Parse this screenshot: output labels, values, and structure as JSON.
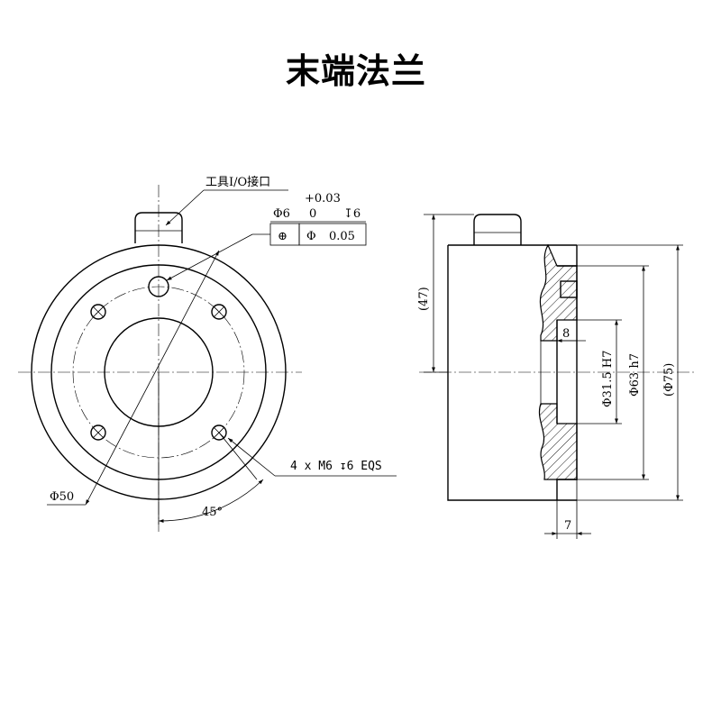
{
  "title": "末端法兰",
  "front_view": {
    "io_label": "工具I/O接口",
    "tol_upper": "+0.03",
    "hole_dia": "Φ6",
    "tol_lower": "0",
    "hole_depth": "↧6",
    "position_tol_symbol": "⊕",
    "position_tol_dia": "Φ",
    "position_tol_value": "0.05",
    "thread_label": "4 x M6 ↧6 EQS",
    "pcd_label": "Φ50",
    "angle_label": "45°"
  },
  "side_view": {
    "height_label": "(47)",
    "bore_depth_label": "8",
    "bore_dia_label": "Φ31.5 H7",
    "spigot_dia_label": "Φ63 h7",
    "outer_dia_label": "(Φ75)",
    "spigot_length_label": "7"
  }
}
